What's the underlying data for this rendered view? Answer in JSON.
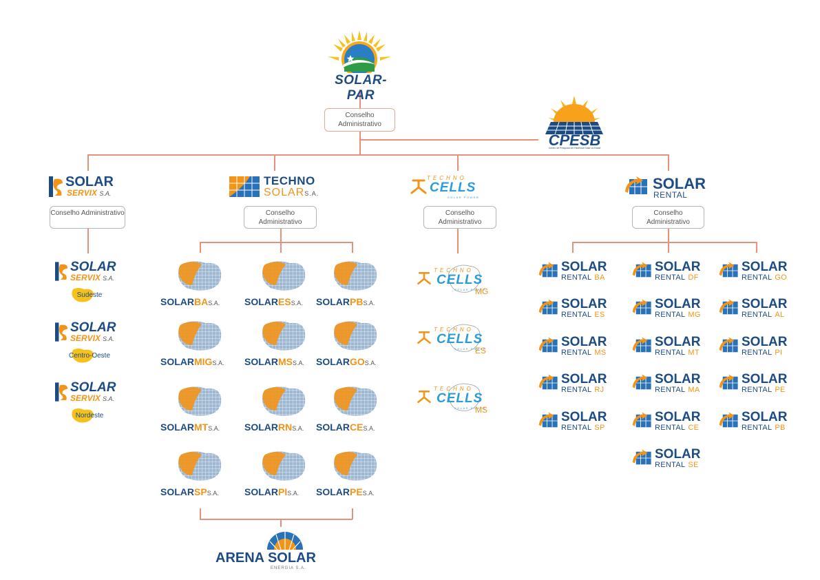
{
  "root": {
    "brand": "SOLAR-PAR",
    "board": "Conselho Administrativo"
  },
  "research": {
    "brand": "CPESB",
    "subtitle": "Centro de Pesquisa de Eficiência Solar do Brasil"
  },
  "companies": [
    {
      "name_top": "SOLAR",
      "name_bottom": "SERVIX",
      "suffix": "S.A.",
      "board": "Conselho Administrativo"
    },
    {
      "name_top": "TECHNO",
      "name_bottom": "SOLAR",
      "suffix": "S.A.",
      "board": "Conselho Administrativo"
    },
    {
      "name_top": "TECHNO",
      "name_bottom": "CELLS",
      "tagline": "SOLAR POWER",
      "board": "Conselho Administrativo"
    },
    {
      "name_top": "SOLAR",
      "name_bottom": "RENTAL",
      "board": "Conselho Administrativo"
    }
  ],
  "servix_regions": [
    {
      "brand_top": "SOLAR",
      "brand_bottom": "SERVIX",
      "suffix": "S.A.",
      "region": "Sudeste"
    },
    {
      "brand_top": "SOLAR",
      "brand_bottom": "SERVIX",
      "suffix": "S.A.",
      "region": "Centro-Oeste"
    },
    {
      "brand_top": "SOLAR",
      "brand_bottom": "SERVIX",
      "suffix": "S.A.",
      "region": "Nordeste"
    }
  ],
  "techno_solar_subsidiaries": [
    {
      "prefix": "SOLAR",
      "code": "BA",
      "suffix": "S.A."
    },
    {
      "prefix": "SOLAR",
      "code": "ES",
      "suffix": "S.A."
    },
    {
      "prefix": "SOLAR",
      "code": "PB",
      "suffix": "S.A."
    },
    {
      "prefix": "SOLAR",
      "code": "MIG",
      "suffix": "S.A."
    },
    {
      "prefix": "SOLAR",
      "code": "MS",
      "suffix": "S.A."
    },
    {
      "prefix": "SOLAR",
      "code": "GO",
      "suffix": "S.A."
    },
    {
      "prefix": "SOLAR",
      "code": "MT",
      "suffix": "S.A."
    },
    {
      "prefix": "SOLAR",
      "code": "RN",
      "suffix": "S.A."
    },
    {
      "prefix": "SOLAR",
      "code": "CE",
      "suffix": "S.A."
    },
    {
      "prefix": "SOLAR",
      "code": "SP",
      "suffix": "S.A."
    },
    {
      "prefix": "SOLAR",
      "code": "PI",
      "suffix": "S.A."
    },
    {
      "prefix": "SOLAR",
      "code": "PE",
      "suffix": "S.A."
    }
  ],
  "techno_cells_units": [
    {
      "brand_top": "TECHNO",
      "brand_bottom": "CELLS",
      "tagline": "SOLAR POWER",
      "state": "MG"
    },
    {
      "brand_top": "TECHNO",
      "brand_bottom": "CELLS",
      "tagline": "SOLAR POWER",
      "state": "ES"
    },
    {
      "brand_top": "TECHNO",
      "brand_bottom": "CELLS",
      "tagline": "SOLAR POWER",
      "state": "MS"
    }
  ],
  "rental_units": [
    {
      "brand_top": "SOLAR",
      "brand_bottom": "RENTAL",
      "state": "BA"
    },
    {
      "brand_top": "SOLAR",
      "brand_bottom": "RENTAL",
      "state": "DF"
    },
    {
      "brand_top": "SOLAR",
      "brand_bottom": "RENTAL",
      "state": "GO"
    },
    {
      "brand_top": "SOLAR",
      "brand_bottom": "RENTAL",
      "state": "ES"
    },
    {
      "brand_top": "SOLAR",
      "brand_bottom": "RENTAL",
      "state": "MG"
    },
    {
      "brand_top": "SOLAR",
      "brand_bottom": "RENTAL",
      "state": "AL"
    },
    {
      "brand_top": "SOLAR",
      "brand_bottom": "RENTAL",
      "state": "MS"
    },
    {
      "brand_top": "SOLAR",
      "brand_bottom": "RENTAL",
      "state": "MT"
    },
    {
      "brand_top": "SOLAR",
      "brand_bottom": "RENTAL",
      "state": "PI"
    },
    {
      "brand_top": "SOLAR",
      "brand_bottom": "RENTAL",
      "state": "RJ"
    },
    {
      "brand_top": "SOLAR",
      "brand_bottom": "RENTAL",
      "state": "MA"
    },
    {
      "brand_top": "SOLAR",
      "brand_bottom": "RENTAL",
      "state": "PE"
    },
    {
      "brand_top": "SOLAR",
      "brand_bottom": "RENTAL",
      "state": "SP"
    },
    {
      "brand_top": "SOLAR",
      "brand_bottom": "RENTAL",
      "state": "CE"
    },
    {
      "brand_top": "SOLAR",
      "brand_bottom": "RENTAL",
      "state": "PB"
    },
    {
      "brand_top": "SOLAR",
      "brand_bottom": "RENTAL",
      "state": "SE"
    }
  ],
  "arena": {
    "brand_left": "ARENA",
    "brand_right": "SOLAR",
    "subtitle": "ENERGIA S.A."
  },
  "colors": {
    "navy": "#1d4c85",
    "orange": "#f29418",
    "connector": "#e8907a",
    "cyan": "#2a9dd8"
  }
}
